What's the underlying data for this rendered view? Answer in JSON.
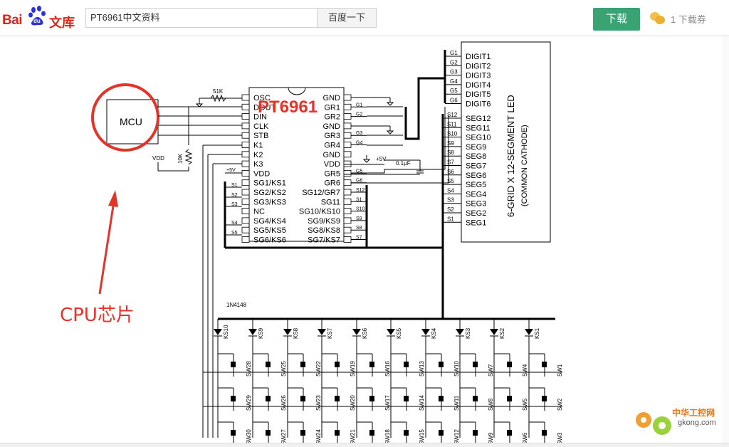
{
  "header": {
    "logo_text_left": "Bai",
    "logo_text_paw": "du",
    "logo_text_right": "文库",
    "search_value": "PT6961中文资料",
    "search_button": "百度一下",
    "download_button": "下载",
    "coin_text": "1 下载券",
    "colors": {
      "brand": "#d9251c",
      "download": "#3aa374"
    }
  },
  "schematic": {
    "chip_title": "PT6961",
    "mcu_label": "MCU",
    "annotation": "CPU芯片",
    "resistor_51k": "51K",
    "resistor_10k": "10K",
    "vdd_label": "VDD",
    "plus5v_small": "+5V",
    "plus5v": "+5V",
    "cap_label": "0.1μF",
    "diode_label": "1N4148",
    "left_pins": [
      "OSC",
      "DOUT",
      "DIN",
      "CLK",
      "STB",
      "K1",
      "K2",
      "K3",
      "VDD",
      "SG1/KS1",
      "SG2/KS2",
      "SG3/KS3",
      "NC",
      "SG4/KS4",
      "SG5/KS5",
      "SG6/KS6"
    ],
    "right_pins": [
      "GND",
      "GR1",
      "GR2",
      "GND",
      "GR3",
      "GR4",
      "GND",
      "VDD",
      "GR5",
      "GR6",
      "SG12/GR7",
      "SG11",
      "SG10/KS10",
      "SG9/KS9",
      "SG8/KS8",
      "SG7/KS7"
    ],
    "right_net_tags": [
      "",
      "G1",
      "G2",
      "",
      "G3",
      "G4",
      "",
      "",
      "G5",
      "G6",
      "S12",
      "S1",
      "S10",
      "S9",
      "S8",
      "S7"
    ],
    "left_net_tags": [
      "S1",
      "S2",
      "S3",
      "S4",
      "S5"
    ],
    "display_digits": [
      "DIGIT1",
      "DIGIT2",
      "DIGIT3",
      "DIGIT4",
      "DIGIT5",
      "DIGIT6"
    ],
    "display_segs": [
      "SEG12",
      "SEG11",
      "SEG10",
      "SEG9",
      "SEG8",
      "SEG7",
      "SEG6",
      "SEG5",
      "SEG4",
      "SEG3",
      "SEG2",
      "SEG1"
    ],
    "display_grid_tags": [
      "G1",
      "G2",
      "G3",
      "G4",
      "G5",
      "G6"
    ],
    "display_seg_tags": [
      "S12",
      "S11",
      "S10",
      "S9",
      "S8",
      "S7",
      "S6",
      "S5",
      "S4",
      "S3",
      "S2",
      "S1"
    ],
    "display_title_1": "6-GRID X 12-SEGMENT LED",
    "display_title_2": "(COMMON CATHODE)",
    "ks_labels": [
      "KS10",
      "KS9",
      "KS8",
      "KS7",
      "KS6",
      "KS5",
      "KS4",
      "KS3",
      "KS2",
      "KS1"
    ],
    "sw_rows": [
      [
        "SW28",
        "SW25",
        "SW22",
        "SW19",
        "SW16",
        "SW13",
        "SW10",
        "SW7",
        "SW4",
        "SW1"
      ],
      [
        "SW29",
        "SW26",
        "SW23",
        "SW20",
        "SW17",
        "SW14",
        "SW11",
        "SW8",
        "SW5",
        "SW2"
      ],
      [
        "SW30",
        "SW27",
        "SW24",
        "SW21",
        "SW18",
        "SW15",
        "SW12",
        "SW9",
        "SW6",
        "SW3"
      ]
    ]
  },
  "watermark": {
    "name": "中华工控网",
    "url": "gkong.com"
  }
}
